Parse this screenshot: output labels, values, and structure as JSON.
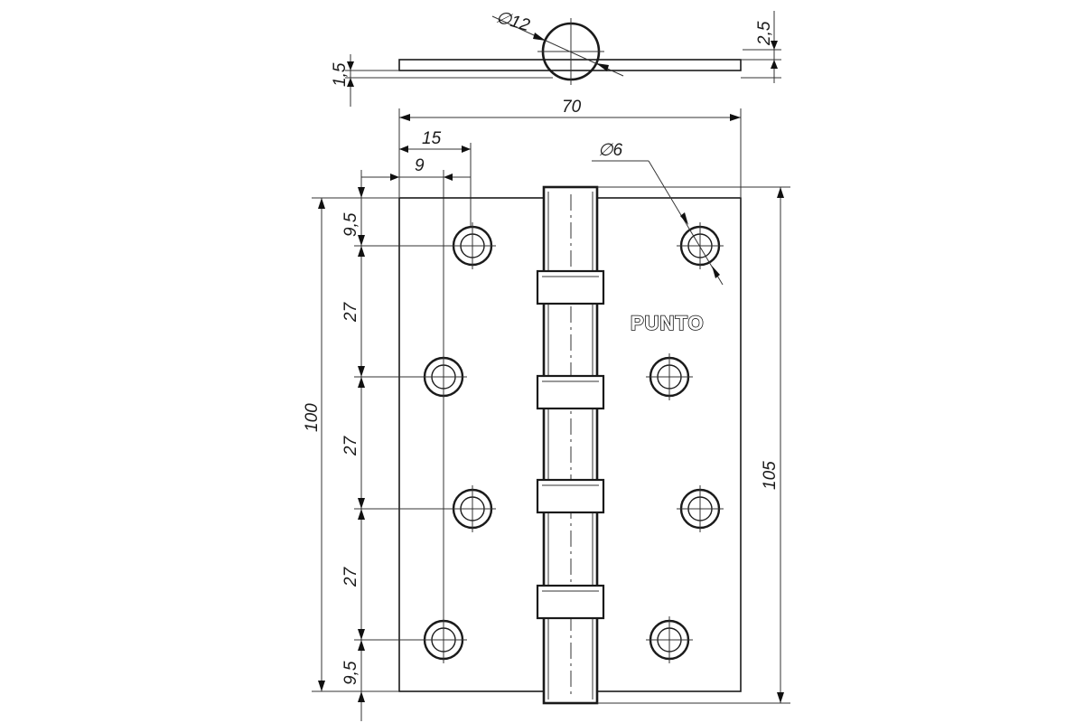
{
  "drawing": {
    "brand_label": "PUNTO",
    "dimensions": {
      "pin_diameter": "∅12",
      "leaf_thickness_top": "2,5",
      "leaf_thickness_side": "1,5",
      "total_width": "70",
      "hole_offset_outer": "15",
      "hole_offset_inner": "9",
      "hole_diameter": "∅6",
      "leaf_height": "100",
      "total_height": "105",
      "edge_top": "9,5",
      "spacing_1": "27",
      "spacing_2": "27",
      "spacing_3": "27",
      "edge_bottom": "9,5"
    }
  }
}
